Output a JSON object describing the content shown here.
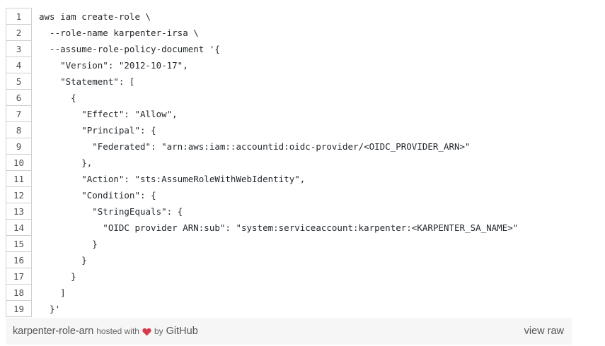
{
  "code_lines": [
    {
      "num": "1",
      "text": "aws iam create-role \\"
    },
    {
      "num": "2",
      "text": "  --role-name karpenter-irsa \\"
    },
    {
      "num": "3",
      "text": "  --assume-role-policy-document '{"
    },
    {
      "num": "4",
      "text": "    \"Version\": \"2012-10-17\","
    },
    {
      "num": "5",
      "text": "    \"Statement\": ["
    },
    {
      "num": "6",
      "text": "      {"
    },
    {
      "num": "7",
      "text": "        \"Effect\": \"Allow\","
    },
    {
      "num": "8",
      "text": "        \"Principal\": {"
    },
    {
      "num": "9",
      "text": "          \"Federated\": \"arn:aws:iam::accountid:oidc-provider/<OIDC_PROVIDER_ARN>\""
    },
    {
      "num": "10",
      "text": "        },"
    },
    {
      "num": "11",
      "text": "        \"Action\": \"sts:AssumeRoleWithWebIdentity\","
    },
    {
      "num": "12",
      "text": "        \"Condition\": {"
    },
    {
      "num": "13",
      "text": "          \"StringEquals\": {"
    },
    {
      "num": "14",
      "text": "            \"OIDC provider ARN:sub\": \"system:serviceaccount:karpenter:<KARPENTER_SA_NAME>\""
    },
    {
      "num": "15",
      "text": "          }"
    },
    {
      "num": "16",
      "text": "        }"
    },
    {
      "num": "17",
      "text": "      }"
    },
    {
      "num": "18",
      "text": "    ]"
    },
    {
      "num": "19",
      "text": "  }'"
    }
  ],
  "footer": {
    "file_name": "karpenter-role-arn",
    "hosted_with": "hosted with",
    "heart_icon": "heart-icon",
    "by": "by",
    "github": "GitHub",
    "view_raw": "view raw"
  },
  "colors": {
    "heart": "#d73a49",
    "footer_bg": "#f6f6f6",
    "line_number_border": "#cfcfcf"
  }
}
